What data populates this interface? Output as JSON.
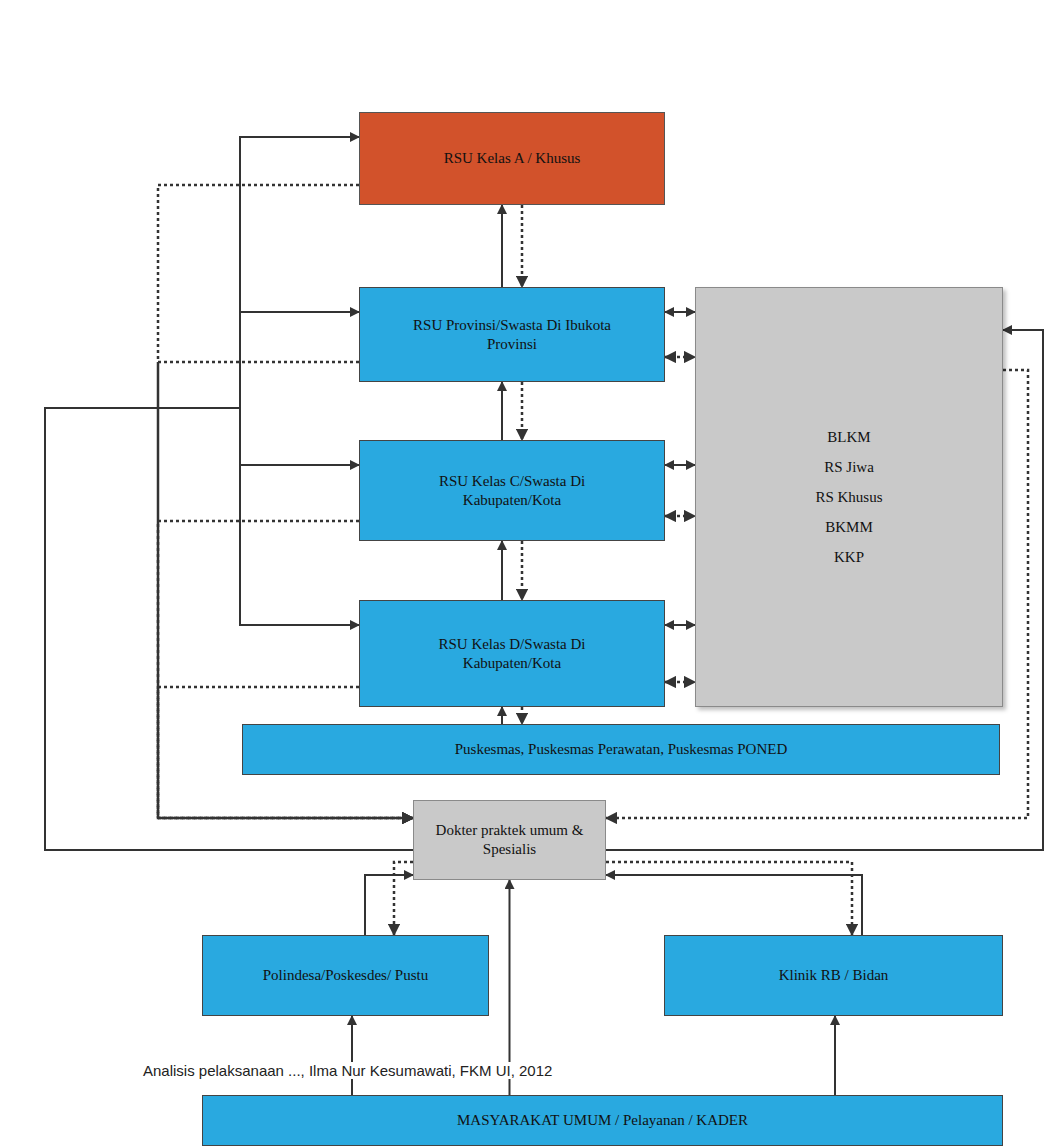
{
  "diagram": {
    "nodes": [
      {
        "text": [
          "RSU Kelas A / Khusus"
        ]
      },
      {
        "text": [
          "RSU Provinsi/Swasta Di Ibukota Provinsi"
        ]
      },
      {
        "text": [
          "RSU Kelas C/Swasta Di Kabupaten/Kota"
        ]
      },
      {
        "text": [
          "RSU Kelas D/Swasta Di Kabupaten/Kota"
        ]
      },
      {
        "text": [
          "BLKM",
          "RS Jiwa",
          "RS Khusus",
          "BKMM",
          "KKP"
        ]
      },
      {
        "text": [
          "Puskesmas, Puskesmas Perawatan, Puskesmas PONED"
        ]
      },
      {
        "text": [
          "Dokter praktek umum & Spesialis"
        ]
      },
      {
        "text": [
          "Polindesa/Poskesdes/ Pustu"
        ]
      },
      {
        "text": [
          "Klinik RB / Bidan"
        ]
      },
      {
        "text": [
          "MASYARAKAT UMUM / Pelayanan / KADER"
        ]
      }
    ],
    "edges": [
      {
        "from": 1,
        "to": 0,
        "arrow": "to"
      },
      {
        "from": 0,
        "to": 1,
        "arrow": "to"
      },
      {
        "from": 2,
        "to": 1,
        "arrow": "to"
      },
      {
        "from": 1,
        "to": 2,
        "arrow": "to"
      },
      {
        "from": 3,
        "to": 2,
        "arrow": "to"
      },
      {
        "from": 2,
        "to": 3,
        "arrow": "to"
      },
      {
        "from": 5,
        "to": 3,
        "arrow": "to"
      },
      {
        "from": 3,
        "to": 5,
        "arrow": "to"
      },
      {
        "from": 1,
        "to": 4,
        "arrow": "both"
      },
      {
        "from": 1,
        "to": 4,
        "arrow": "both"
      },
      {
        "from": 2,
        "to": 4,
        "arrow": "both"
      },
      {
        "from": 2,
        "to": 4,
        "arrow": "both"
      },
      {
        "from": 3,
        "to": 4,
        "arrow": "both"
      },
      {
        "from": 3,
        "to": 4,
        "arrow": "both"
      },
      {
        "from": 6,
        "to": 0,
        "arrow": "to"
      },
      {
        "from": 6,
        "to": 1,
        "arrow": "to"
      },
      {
        "from": 6,
        "to": 2,
        "arrow": "to"
      },
      {
        "from": 6,
        "to": 3,
        "arrow": "to"
      },
      {
        "from": 0,
        "to": 6,
        "arrow": "to"
      },
      {
        "from": 1,
        "to": 6,
        "arrow": "to"
      },
      {
        "from": 2,
        "to": 6,
        "arrow": "to"
      },
      {
        "from": 3,
        "to": 6,
        "arrow": "to"
      },
      {
        "from": 6,
        "to": 4,
        "arrow": "to"
      },
      {
        "from": 4,
        "to": 6,
        "arrow": "to"
      },
      {
        "from": 7,
        "to": 6,
        "arrow": "to"
      },
      {
        "from": 6,
        "to": 7,
        "arrow": "to"
      },
      {
        "from": 8,
        "to": 6,
        "arrow": "to"
      },
      {
        "from": 6,
        "to": 8,
        "arrow": "to"
      },
      {
        "from": 9,
        "to": 6,
        "arrow": "to"
      },
      {
        "from": 9,
        "to": 7,
        "arrow": "to"
      },
      {
        "from": 9,
        "to": 8,
        "arrow": "to"
      }
    ],
    "labels": [
      "Analisis pelaksanaan ..., Ilma Nur Kesumawati, FKM UI, 2012"
    ]
  }
}
